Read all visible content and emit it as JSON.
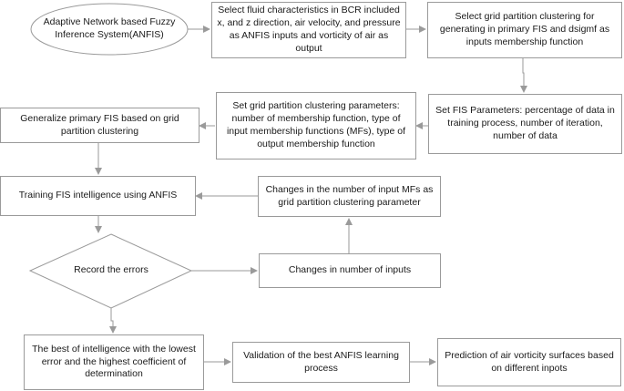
{
  "nodes": {
    "anfis": "Adaptive Network based Fuzzy Inference System(ANFIS)",
    "select_fluid": "Select fluid characteristics in BCR included x, and z direction, air velocity, and pressure as ANFIS inputs and vorticity of air as output",
    "select_grid": "Select grid partition clustering for generating in primary FIS and dsigmf as inputs membership function",
    "set_fis": "Set FIS Parameters: percentage of data in training process, number of iteration, number of data",
    "set_grid": "Set grid partition  clustering parameters: number of membership function, type of input membership functions (MFs),  type of output membership function",
    "generalize": "Generalize primary FIS based on grid partition clustering",
    "training": "Training FIS intelligence using ANFIS",
    "changes_mfs": "Changes in the number of input MFs as grid partition clustering parameter",
    "record_errors": "Record the errors",
    "changes_inputs": "Changes in number of inputs",
    "best_intelligence": "The best of intelligence with the lowest error and the highest coefficient of determination",
    "validation": "Validation of the best ANFIS learning process",
    "prediction": "Prediction of air vorticity surfaces based on different inpots"
  },
  "colors": {
    "border": "#9a9a9a",
    "arrow": "#9a9a9a",
    "text": "#1a1a1a"
  }
}
